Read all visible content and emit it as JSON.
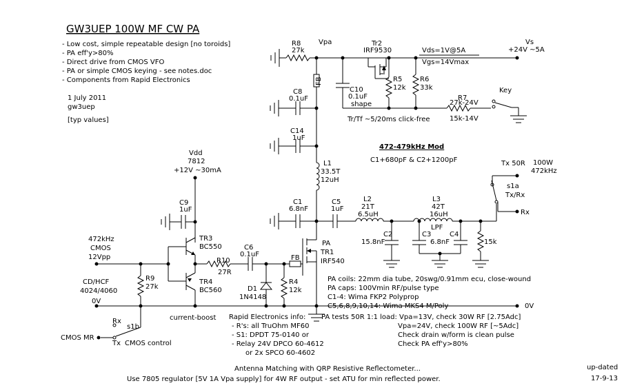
{
  "title": "GW3UEP 100W MF CW PA",
  "notes": [
    "- Low cost, simple repeatable design [no toroids]",
    "- PA eff'y>80%",
    "- Direct drive from CMOS VFO",
    "- PA or simple CMOS keying - see notes.doc",
    "- Components from Rapid Electronics"
  ],
  "date": "1 July 2011",
  "author": "gw3uep",
  "typ_values": "[typ values]",
  "mod": {
    "title": "472-479kHz Mod",
    "desc": "C1+680pF & C2+1200pF"
  },
  "labels": {
    "r8_name": "R8",
    "r8_val": "27k",
    "vpa": "Vpa",
    "fb1": "FB",
    "tr2_name": "Tr2",
    "tr2_type": "IRF9530",
    "vds": "Vds=1V@5A",
    "vgs": "Vgs=14Vmax",
    "vs_name": "Vs",
    "vs_val": "+24V ~5A",
    "r5_name": "R5",
    "r5_val": "12k",
    "r6_name": "R6",
    "r6_val": "33k",
    "c10_name": "C10",
    "c10_val": "0.1uF",
    "c10_note": "shape",
    "r7_name": "R7",
    "r7_val1": "27k-24V",
    "r7_val2": "15k-14V",
    "key": "Key",
    "trtf": "Tr/Tf ~5/20ms click-free",
    "c8_name": "C8",
    "c8_val": "0.1uF",
    "c14_name": "C14",
    "c14_val": "1uF",
    "l1_name": "L1",
    "l1_turns": "33.5T",
    "l1_val": "12uH",
    "c1_name": "C1",
    "c1_val": "6.8nF",
    "c5_name": "C5",
    "c5_val": "1uF",
    "l2_name": "L2",
    "l2_turns": "21T",
    "l2_val": "6.5uH",
    "l3_name": "L3",
    "l3_turns": "42T",
    "l3_val": "16uH",
    "lpf": "LPF",
    "c2_name": "C2",
    "c2_val": "15.8nF",
    "c3_name": "C3",
    "c3_val": "6.8nF",
    "c4_name": "C4",
    "r15k": "15k",
    "tx50r": "Tx 50R",
    "out_power": "100W",
    "out_freq": "472kHz",
    "s1a_name": "s1a",
    "s1a_desc": "Tx/Rx",
    "rx_out": "Rx",
    "vdd": "Vdd",
    "reg": "7812",
    "reg_val": "+12V ~30mA",
    "c9_name": "C9",
    "c9_val": "1uF",
    "tr3_name": "TR3",
    "tr3_type": "BC550",
    "tr4_name": "TR4",
    "tr4_type": "BC560",
    "r10_name": "R10",
    "r10_val": "27R",
    "c6_name": "C6",
    "c6_val": "0.1uF",
    "fb2": "FB",
    "pa_name": "PA",
    "tr1_name": "TR1",
    "tr1_type": "IRF540",
    "d1_name": "D1",
    "d1_type": "1N4148",
    "r4_name": "R4",
    "r4_val": "12k",
    "in_freq": "472kHz",
    "in_type": "CMOS",
    "in_level": "12Vpp",
    "r9_name": "R9",
    "r9_val": "27k",
    "cd_line1": "CD/HCF",
    "cd_line2": "4024/4060",
    "zero_v_left": "0V",
    "zero_v_right": "0V",
    "current_boost": "current-boost",
    "s1b_rx": "Rx",
    "s1b_name": "s1b",
    "s1b_tx": "Tx",
    "cmos_mr": "CMOS MR",
    "cmos_control": "CMOS control"
  },
  "pa_info": [
    "PA coils: 22mm dia tube, 20swg/0.91mm ecu, close-wound",
    "PA caps: 100Vmin RF/pulse type",
    "C1-4: Wima FKP2 Polyprop",
    "C5,6,8,9,10,14: Wima MKS4 M/Poly"
  ],
  "rapid_info": [
    "Rapid Electronics info:",
    "- R's: all TruOhm MF60",
    "- S1: DPDT 75-0140 or",
    "- Relay 24V DPCO 60-4612",
    "or 2x SPCO 60-4602"
  ],
  "pa_tests": [
    "PA tests 50R 1:1 load:  Vpa=13V, check 30W RF [2.75Adc]",
    "Vpa=24V, check 100W RF [~5Adc]",
    "Check drain w/form is clean pulse",
    "Check PA eff'y>80%"
  ],
  "footer": {
    "line1": "Antenna Matching with QRP Resistive Reflectometer...",
    "line2": "Use 7805 regulator [5V 1A Vpa supply] for 4W RF output - set ATU for min reflected power."
  },
  "updated": {
    "label": "up-dated",
    "date": "17-9-13"
  }
}
